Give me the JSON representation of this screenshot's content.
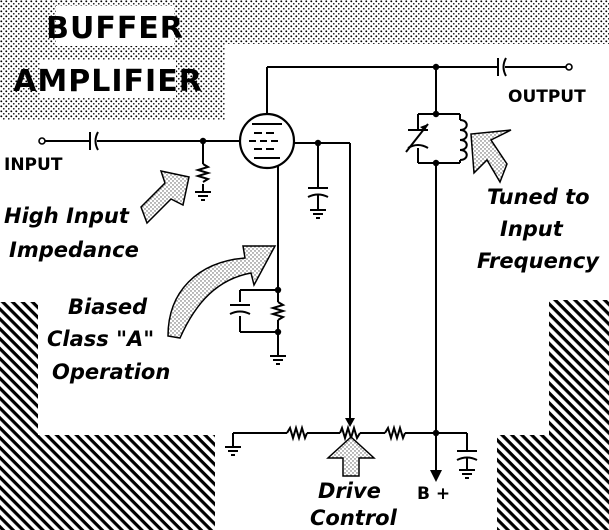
{
  "title": {
    "line1": "BUFFER",
    "line2": "AMPLIFIER"
  },
  "terminals": {
    "input": "INPUT",
    "output": "OUTPUT",
    "supply": "B +"
  },
  "callouts": {
    "impedance": [
      "High Input",
      "Impedance"
    ],
    "bias": [
      "Biased",
      "Class \"A\"",
      "Operation"
    ],
    "tuned": [
      "Tuned to",
      "Input",
      "Frequency"
    ],
    "drive": [
      "Drive",
      "Control"
    ]
  }
}
